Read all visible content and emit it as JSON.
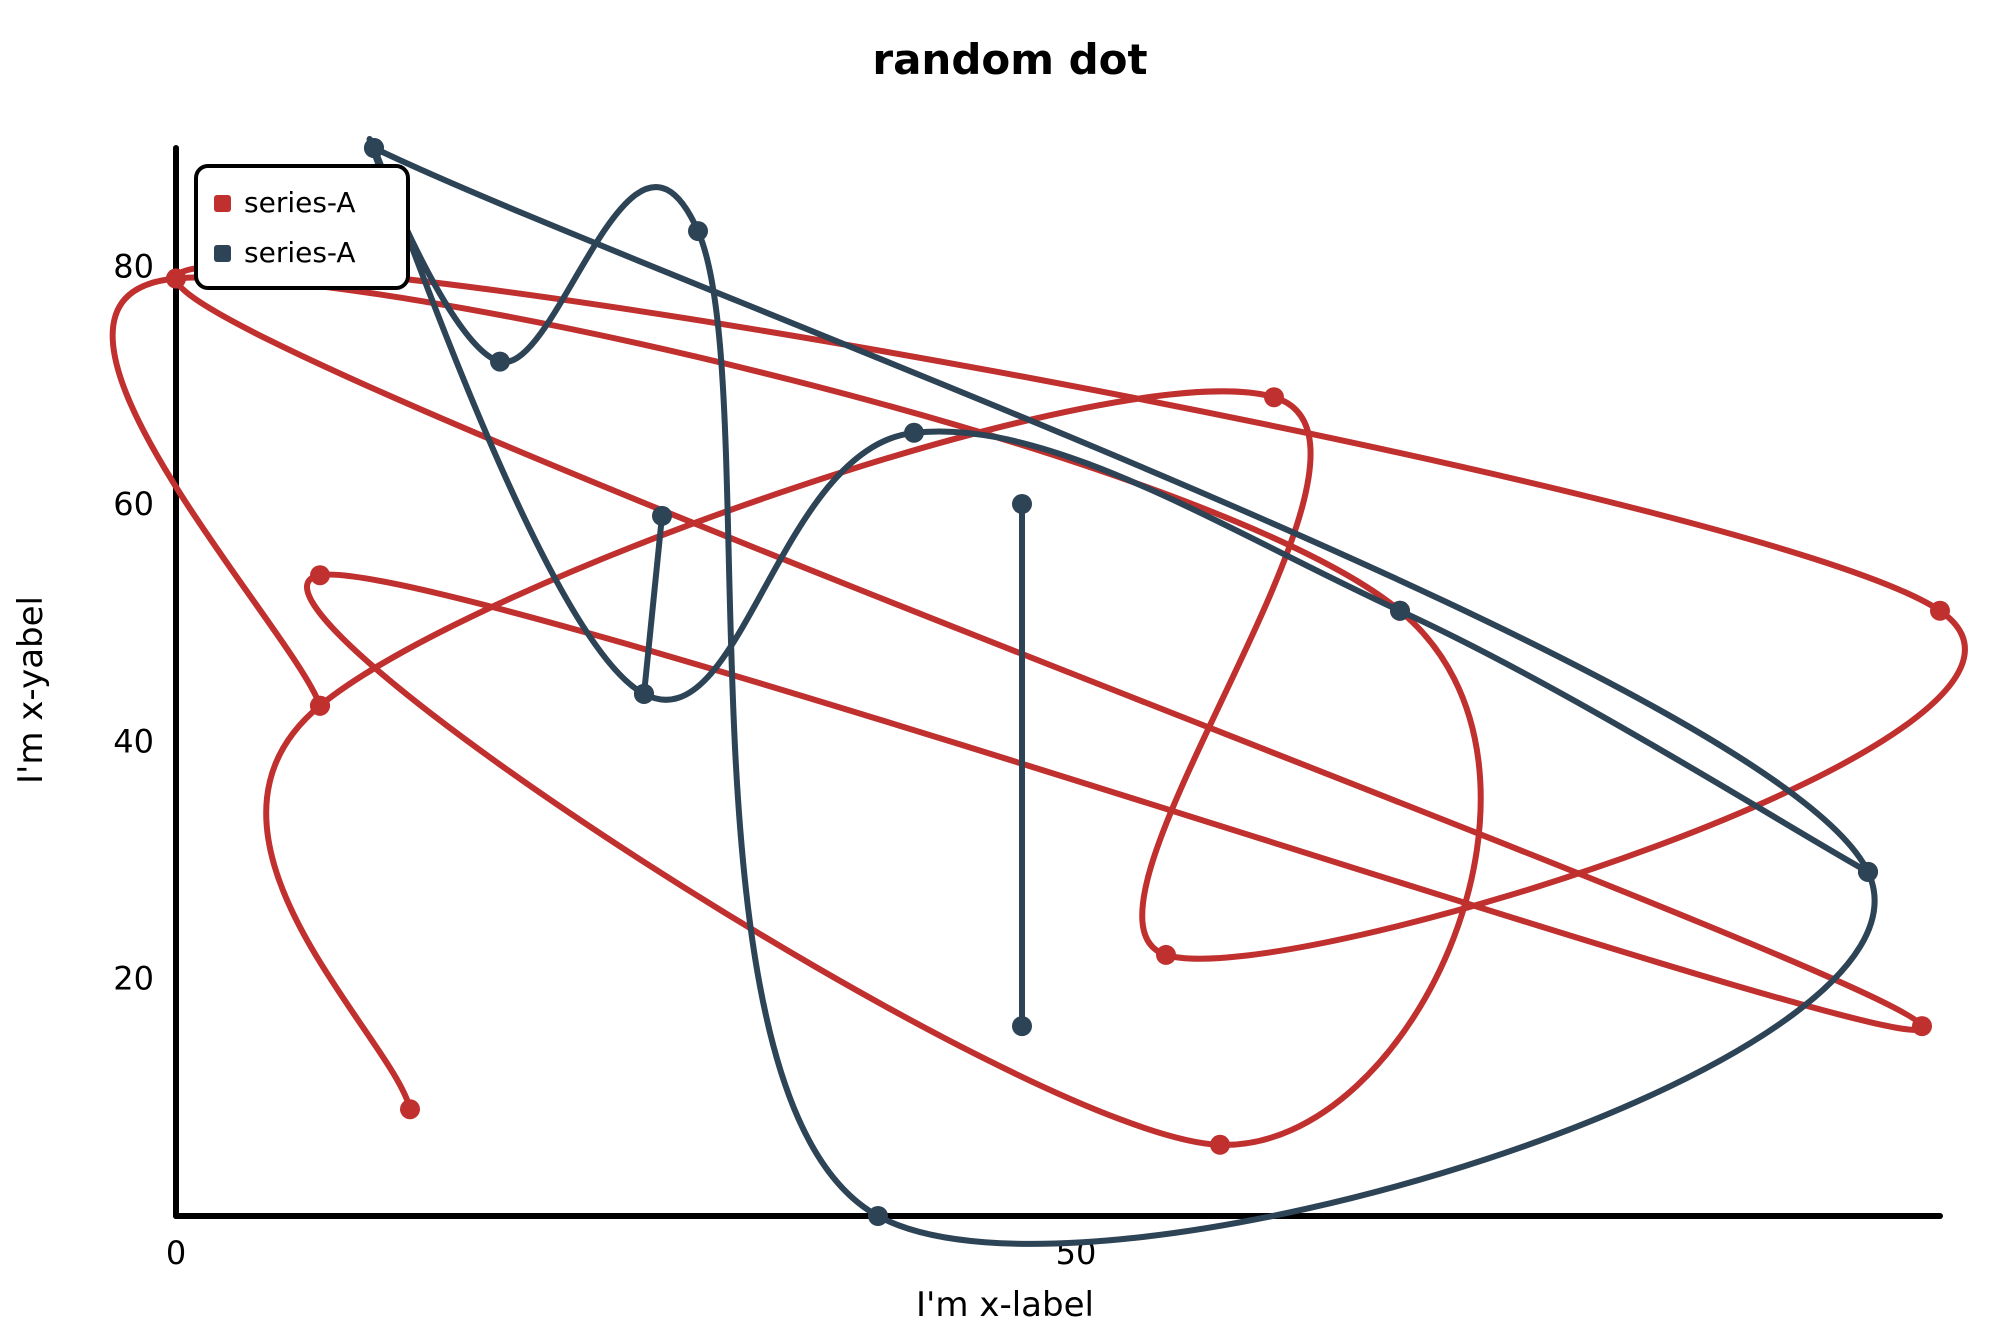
{
  "chart_data": {
    "type": "line",
    "title": "random dot",
    "xlabel": "I'm x-label",
    "ylabel": "I'm x-yabel",
    "xlim": [
      0,
      98
    ],
    "ylim": [
      0,
      90
    ],
    "xticks": [
      0,
      50
    ],
    "yticks": [
      20,
      40,
      60,
      80
    ],
    "grid": false,
    "legend_position": "top-left",
    "series": [
      {
        "name": "series-A",
        "color": "#c0302e",
        "points": [
          [
            13,
            9
          ],
          [
            8,
            43
          ],
          [
            61,
            69
          ],
          [
            55,
            22
          ],
          [
            98,
            51
          ],
          [
            0,
            79
          ],
          [
            97,
            16
          ],
          [
            8,
            54
          ],
          [
            58,
            6
          ],
          [
            68,
            51
          ],
          [
            0,
            79
          ],
          [
            8,
            43
          ]
        ]
      },
      {
        "name": "series-A",
        "color": "#2d4356",
        "points": [
          [
            11,
            90
          ],
          [
            94,
            29
          ],
          [
            39,
            0
          ],
          [
            29,
            83
          ],
          [
            18,
            72
          ],
          [
            11,
            90
          ],
          [
            26,
            44
          ],
          [
            41,
            66
          ],
          [
            68,
            51
          ],
          [
            94,
            29
          ]
        ]
      },
      {
        "name": "",
        "color": "#2d4356",
        "points": [
          [
            26,
            44
          ],
          [
            27,
            59
          ]
        ]
      },
      {
        "name": "",
        "color": "#2d4356",
        "points": [
          [
            47,
            16
          ],
          [
            47,
            60
          ]
        ]
      }
    ]
  }
}
